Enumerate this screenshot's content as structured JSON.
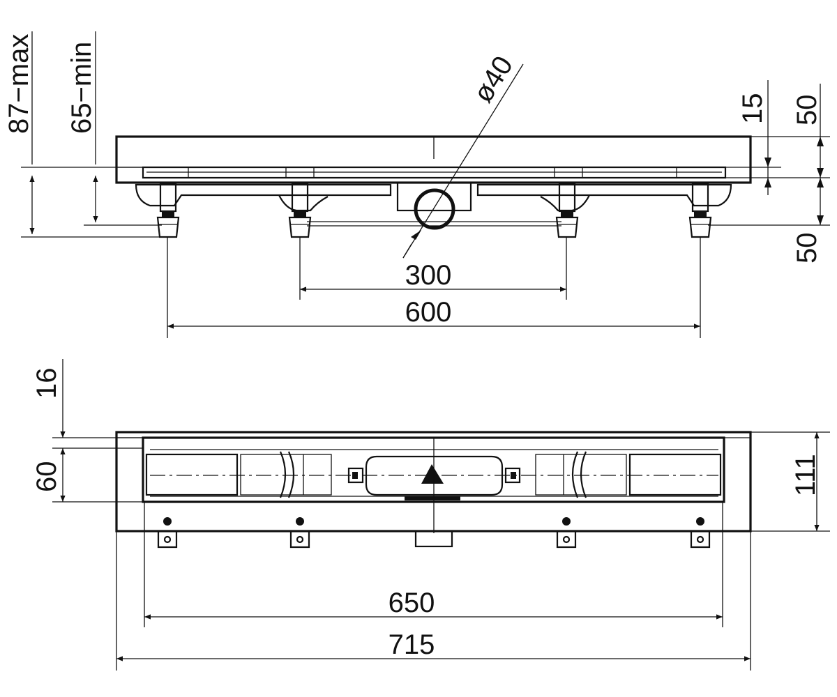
{
  "labels": {
    "max_height": "87−max",
    "min_height": "65−min",
    "diameter": "ø40",
    "dim_15": "15",
    "dim_50_top": "50",
    "dim_50_bottom": "50",
    "dim_300": "300",
    "dim_600": "600",
    "dim_16": "16",
    "dim_60": "60",
    "dim_111": "111",
    "dim_650": "650",
    "dim_715": "715"
  },
  "colors": {
    "line": "#111111",
    "background": "#ffffff"
  }
}
